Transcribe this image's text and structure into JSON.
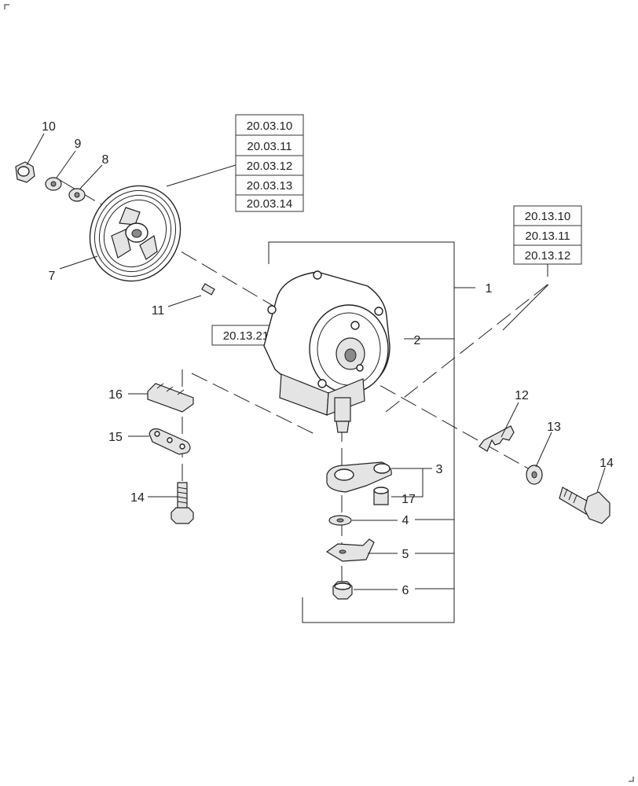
{
  "callouts": {
    "c1": "1",
    "c2": "2",
    "c3": "3",
    "c4": "4",
    "c5": "5",
    "c6": "6",
    "c7": "7",
    "c8": "8",
    "c9": "9",
    "c10": "10",
    "c11": "11",
    "c12": "12",
    "c13": "13",
    "c14a": "14",
    "c14b": "14",
    "c15": "15",
    "c16": "16",
    "c17": "17"
  },
  "ref_groups": {
    "pulley": [
      "20.03.10",
      "20.03.11",
      "20.03.12",
      "20.03.13",
      "20.03.14"
    ],
    "gearbox": [
      "20.13.10",
      "20.13.11",
      "20.13.12"
    ],
    "housing": "20.13.21"
  },
  "colors": {
    "line": "#222222",
    "shade": "#e4e4e4",
    "background": "#ffffff"
  }
}
